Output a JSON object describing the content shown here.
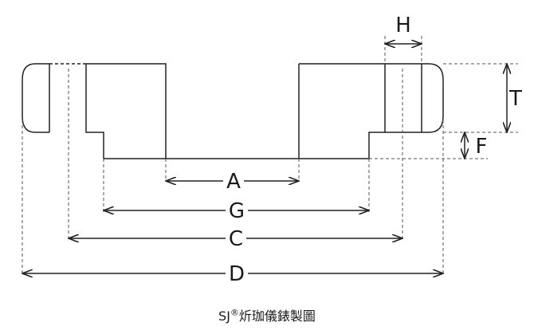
{
  "diagram": {
    "labels": {
      "A": "A",
      "G": "G",
      "C": "C",
      "D": "D",
      "H": "H",
      "T": "T",
      "F": "F"
    }
  },
  "caption": {
    "brand": "SJ",
    "mark": "®",
    "text": "炘珈儀錶製圖"
  }
}
